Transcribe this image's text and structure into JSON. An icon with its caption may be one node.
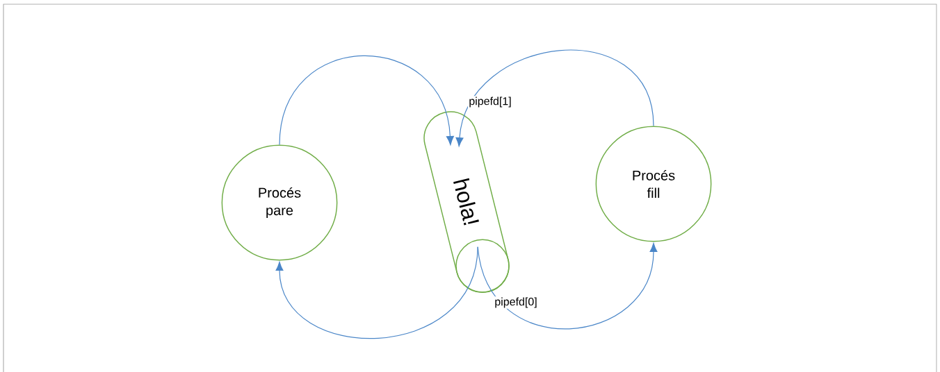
{
  "diagram": {
    "nodes": [
      {
        "text": [
          "Procés pare"
        ]
      },
      {
        "text": [
          "hola!"
        ]
      },
      {
        "text": [
          "Procés fill"
        ]
      }
    ],
    "edges": [
      {
        "from": 0,
        "to": 1,
        "arrow": "to"
      },
      {
        "from": 2,
        "to": 1,
        "arrow": "to"
      },
      {
        "from": 1,
        "to": 0,
        "arrow": "to"
      },
      {
        "from": 1,
        "to": 2,
        "arrow": "to"
      }
    ],
    "labels": [
      "pipefd[1]",
      "pipefd[0]"
    ]
  }
}
